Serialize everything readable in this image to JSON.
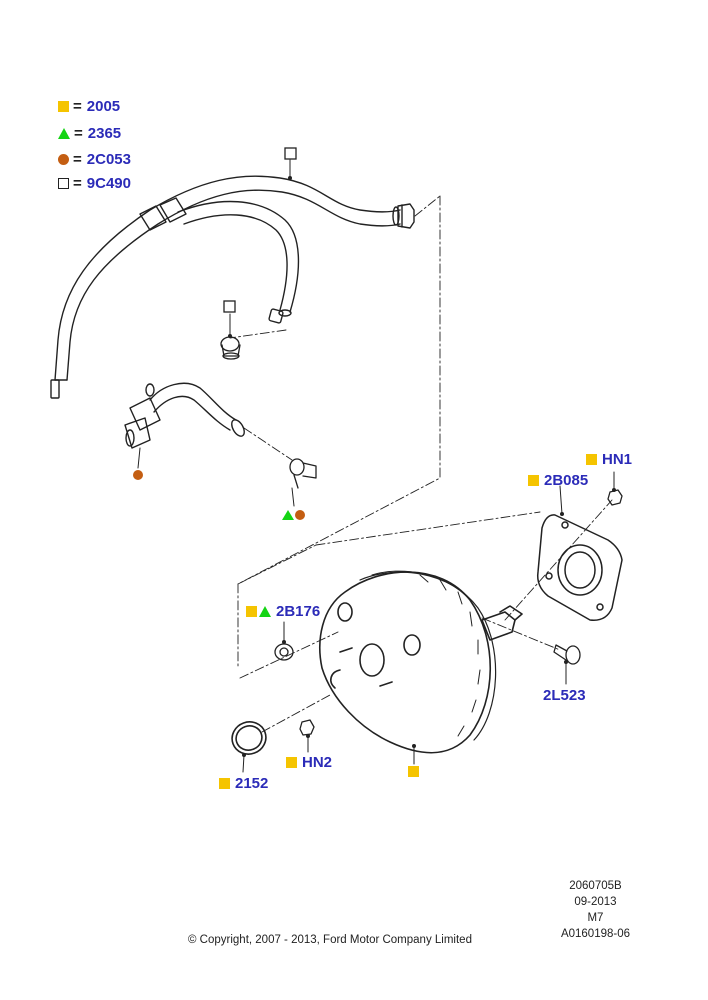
{
  "legend": {
    "equals": "=",
    "items": [
      {
        "symbol": "square-filled",
        "color": "#f5c400",
        "code": "2005"
      },
      {
        "symbol": "triangle",
        "color": "#14d414",
        "code": "2365"
      },
      {
        "symbol": "circle",
        "color": "#c45e12",
        "code": "2C053"
      },
      {
        "symbol": "square-open",
        "color": "#222222",
        "code": "9C490"
      }
    ]
  },
  "callouts": {
    "hn1": "HN1",
    "c2b085": "2B085",
    "c2b176": "2B176",
    "c2l523": "2L523",
    "hn2": "HN2",
    "c2152": "2152"
  },
  "meta": {
    "code": "2060705B",
    "date": "09-2013",
    "version": "M7",
    "image_id": "A0160198-06"
  },
  "copyright": "© Copyright, 2007 - 2013, Ford Motor Company Limited",
  "colors": {
    "part_code": "#2b2bb8",
    "line": "#222222"
  }
}
